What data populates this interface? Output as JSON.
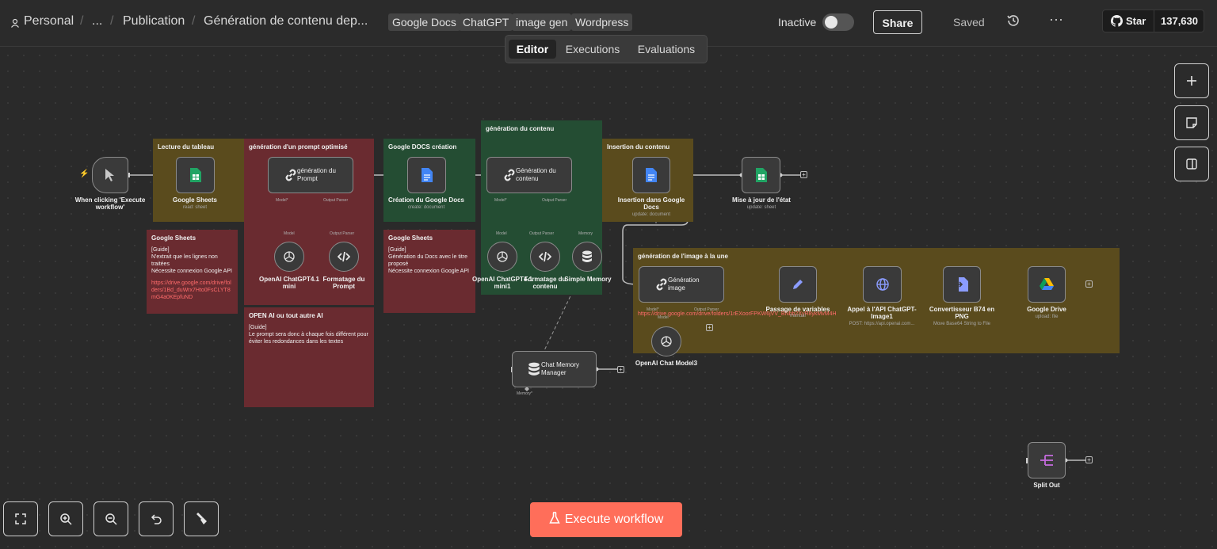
{
  "header": {
    "breadcrumb": {
      "personal": "Personal",
      "ellipsis": "...",
      "folder": "Publication",
      "workflow": "Génération de contenu dep..."
    },
    "tags": [
      "Google Docs",
      "ChatGPT",
      "image gen",
      "Wordpress"
    ],
    "status_label": "Inactive",
    "share_label": "Share",
    "saved_label": "Saved",
    "more_label": "···",
    "github": {
      "star_label": "Star",
      "count": "137,630"
    }
  },
  "tabs": [
    "Editor",
    "Executions",
    "Evaluations"
  ],
  "execute_label": "Execute workflow",
  "stickies": {
    "lecture": {
      "title": "Lecture du tableau"
    },
    "prompt": {
      "title": "génération d'un prompt optimisé"
    },
    "gdocs": {
      "title": "Google DOCS création"
    },
    "contenu": {
      "title": "génération du contenu"
    },
    "insertion": {
      "title": "Insertion du contenu"
    },
    "image": {
      "title": "génération de l'image à la une"
    },
    "note_sheets": {
      "title": "Google Sheets",
      "body": "[Guide]\nN'extrait que les lignes non traitées\nNécessite connexion Google API",
      "link": "https://drive.google.com/drive/folders/1Bd_duWrx7Hto0FsCLYT8mG4a0KEpfuND"
    },
    "note_openai": {
      "title": "OPEN AI ou tout autre AI",
      "body": "[Guide]\nLe prompt sera donc à chaque fois différent pour éviter les redondances dans les textes"
    },
    "note_docs": {
      "title": "Google Sheets",
      "body": "[Guide]\nGénération du Docs avec le titre proposé\nNécessite connexion Google API"
    }
  },
  "nodes": {
    "trigger": {
      "label": "When clicking 'Execute workflow'"
    },
    "sheets": {
      "label": "Google Sheets",
      "sub": "read: sheet"
    },
    "gen_prompt": {
      "label": "génération du Prompt"
    },
    "openai_1": {
      "label": "OpenAI ChatGPT4.1 mini"
    },
    "format_prompt": {
      "label": "Formatage du Prompt"
    },
    "create_doc": {
      "label": "Création du Google Docs",
      "sub": "create: document"
    },
    "gen_contenu": {
      "label": "Génération du contenu"
    },
    "openai_2": {
      "label": "OpenAI ChatGPT4.1 mini1"
    },
    "format_contenu": {
      "label": "Formatage du contenu"
    },
    "memory": {
      "label": "Simple Memory"
    },
    "insertion": {
      "label": "Insertion dans Google Docs",
      "sub": "update: document"
    },
    "maj_etat": {
      "label": "Mise à jour de l'état",
      "sub": "update: sheet"
    },
    "chat_memory": {
      "label": "Chat Memory Manager"
    },
    "gen_image": {
      "label": "Génération image"
    },
    "openai_3": {
      "label": "OpenAI Chat Model3"
    },
    "passage": {
      "label": "Passage de variables",
      "sub": "manual"
    },
    "api_call": {
      "label": "Appel à l'API ChatGPT-Image1",
      "sub": "POST: https://api.openai.com..."
    },
    "convert": {
      "label": "Convertisseur B74 en PNG",
      "sub": "Move Base64 String to File"
    },
    "gdrive": {
      "label": "Google Drive",
      "sub": "upload: file"
    },
    "split": {
      "label": "Split Out"
    }
  },
  "port_labels": {
    "model": "Model*",
    "output_parser": "Output Parser",
    "model_plain": "Model",
    "memory": "Memory",
    "memory_req": "Memory*"
  },
  "image_link": "https://drive.google.com/drive/folders/1rEXoorFPKW6jVV_BNbb2XyR8ykMvM4H",
  "colors": {
    "accent": "#ff6e5a",
    "olive": "#5a4b1d",
    "red": "#6a2b30",
    "green": "#244d33"
  }
}
